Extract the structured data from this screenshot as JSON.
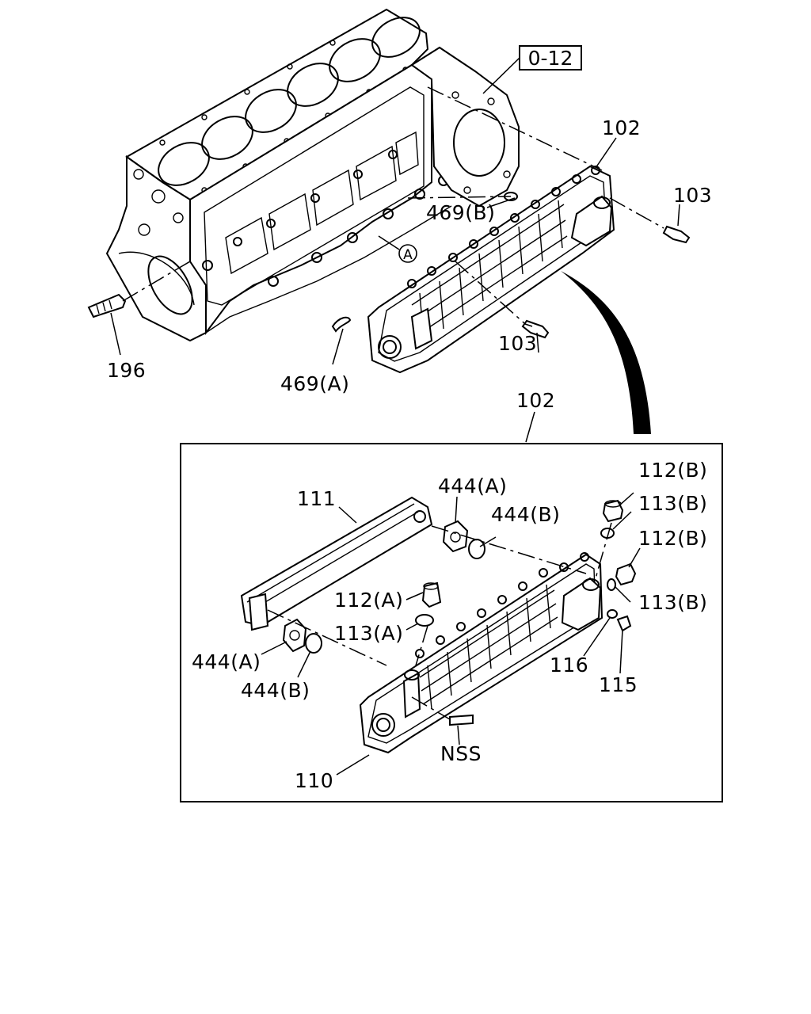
{
  "diagram": {
    "ref_box": "0-12",
    "circle_marker": "A",
    "labels": {
      "l102_top": "102",
      "l103_right": "103",
      "l469b": "469(B)",
      "l103_mid": "103",
      "l196": "196",
      "l469a": "469(A)",
      "l102_detail": "102",
      "l111": "111",
      "l444a_top": "444(A)",
      "l444b_top": "444(B)",
      "l112b_top": "112(B)",
      "l113b_top": "113(B)",
      "l112b_mid": "112(B)",
      "l113b_mid": "113(B)",
      "l112a": "112(A)",
      "l113a": "113(A)",
      "l444a_bot": "444(A)",
      "l444b_bot": "444(B)",
      "l116": "116",
      "l115": "115",
      "lnss": "NSS",
      "l110": "110"
    }
  }
}
